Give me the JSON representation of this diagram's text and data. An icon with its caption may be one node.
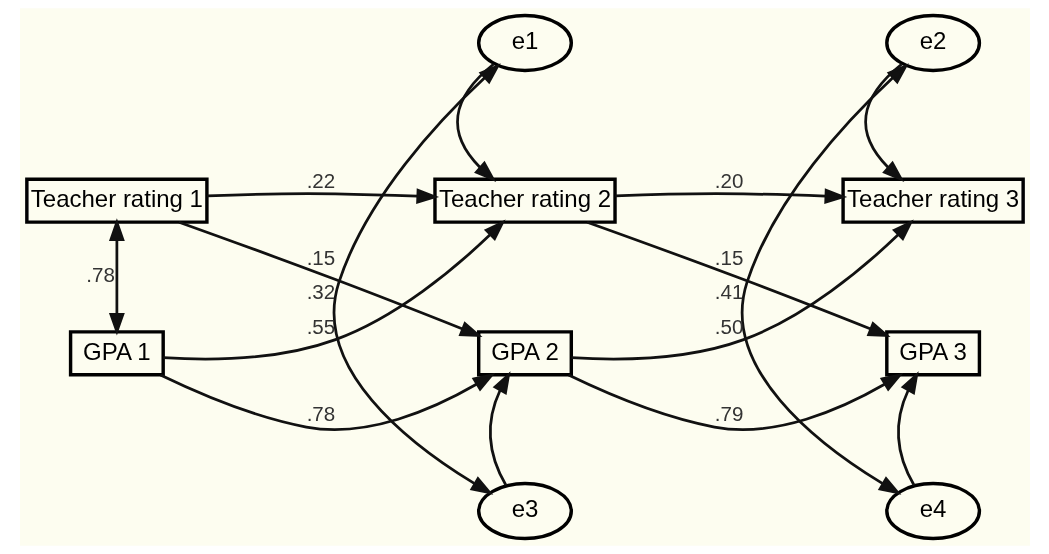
{
  "diagram": {
    "nodes": [
      {
        "text": [
          "e1"
        ]
      },
      {
        "text": [
          "e2"
        ]
      },
      {
        "text": [
          "Teacher rating 1"
        ]
      },
      {
        "text": [
          "Teacher rating 2"
        ]
      },
      {
        "text": [
          "Teacher rating 3"
        ]
      },
      {
        "text": [
          "GPA 1"
        ]
      },
      {
        "text": [
          "GPA 2"
        ]
      },
      {
        "text": [
          "GPA 3"
        ]
      },
      {
        "text": [
          "e3"
        ]
      },
      {
        "text": [
          "e4"
        ]
      }
    ],
    "edges": [
      {
        "from": 0,
        "to": 3,
        "arrow": "to"
      },
      {
        "from": 1,
        "to": 4,
        "arrow": "to"
      },
      {
        "from": 2,
        "to": 3,
        "arrow": "to",
        "label": ".22"
      },
      {
        "from": 3,
        "to": 4,
        "arrow": "to",
        "label": ".20"
      },
      {
        "from": 2,
        "to": 5,
        "arrow": "both",
        "label": ".78"
      },
      {
        "from": 2,
        "to": 6,
        "arrow": "to",
        "label": ".15"
      },
      {
        "from": 5,
        "to": 3,
        "arrow": "to",
        "label": ".55"
      },
      {
        "from": 3,
        "to": 7,
        "arrow": "to",
        "label": ".15"
      },
      {
        "from": 6,
        "to": 4,
        "arrow": "to",
        "label": ".50"
      },
      {
        "from": 5,
        "to": 6,
        "arrow": "to",
        "label": ".78"
      },
      {
        "from": 6,
        "to": 7,
        "arrow": "to",
        "label": ".79"
      },
      {
        "from": 8,
        "to": 6,
        "arrow": "to"
      },
      {
        "from": 9,
        "to": 7,
        "arrow": "to"
      },
      {
        "from": 0,
        "to": 8,
        "arrow": "both",
        "label": ".32"
      },
      {
        "from": 1,
        "to": 9,
        "arrow": "both",
        "label": ".41"
      }
    ]
  }
}
